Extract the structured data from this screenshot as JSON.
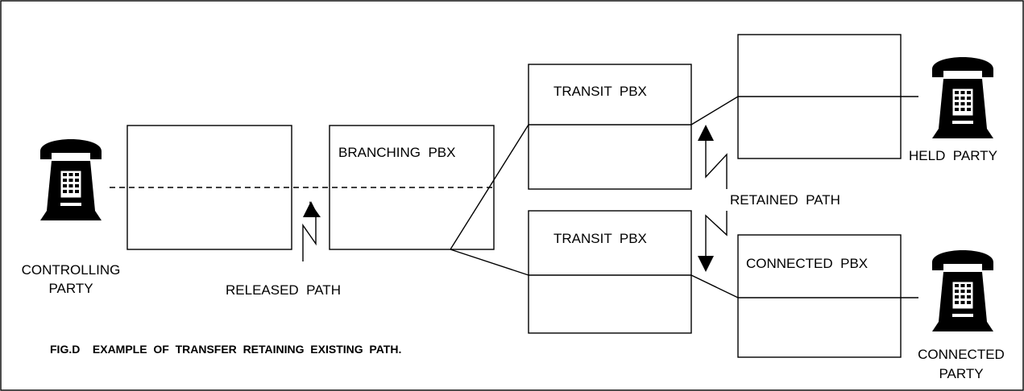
{
  "diagram": {
    "caption": "FIG.D    EXAMPLE  OF  TRANSFER  RETAINING  EXISTING  PATH.",
    "nodes": {
      "branching_pbx": "BRANCHING  PBX",
      "transit_pbx_top": "TRANSIT  PBX",
      "transit_pbx_bottom": "TRANSIT  PBX",
      "connected_pbx": "CONNECTED  PBX"
    },
    "parties": {
      "controlling": [
        "CONTROLLING",
        "PARTY"
      ],
      "held": "HELD  PARTY",
      "connected": [
        "CONNECTED",
        "PARTY"
      ]
    },
    "paths": {
      "released": "RELEASED  PATH",
      "retained": "RETAINED  PATH"
    },
    "icons": {
      "telephone": "telephone-icon"
    }
  }
}
